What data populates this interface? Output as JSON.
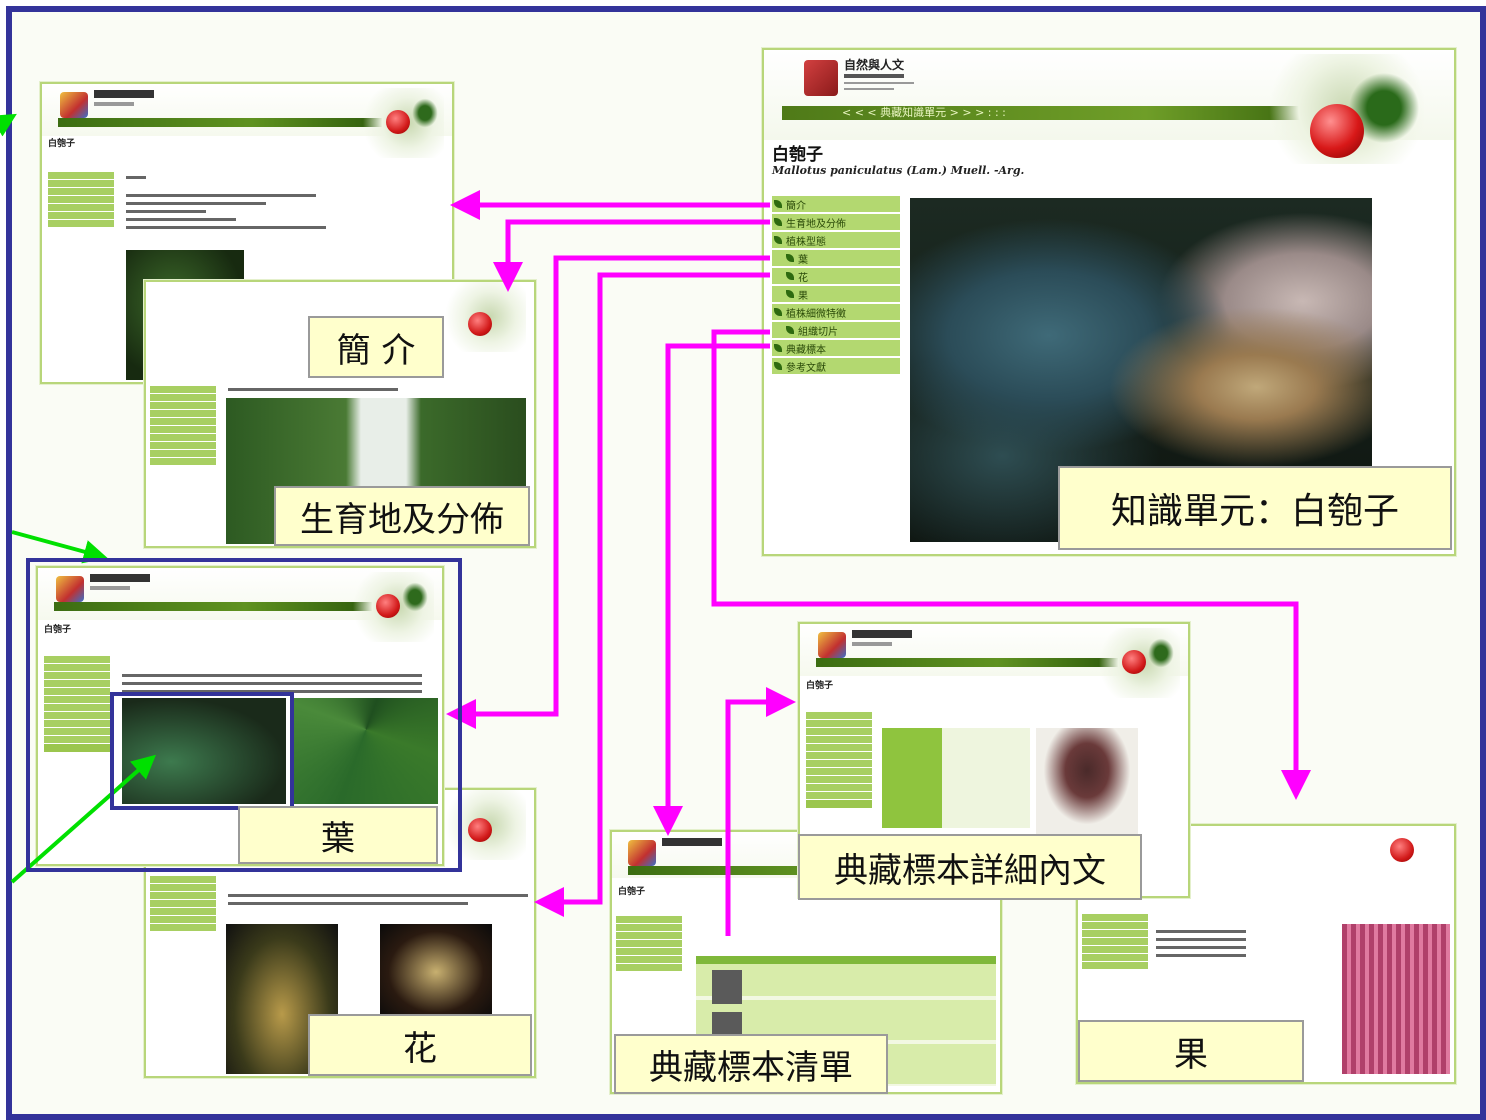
{
  "main_panel": {
    "logo_text": "自然與人文",
    "nav_text": "< < < 典藏知識單元 > > >   : : :",
    "title": "白匏子",
    "scientific_name": "Mallotus paniculatus (Lam.) Muell. -Arg.",
    "menu": [
      "簡介",
      "生育地及分佈",
      "植株型態",
      "葉",
      "花",
      "果",
      "植株細微特徵",
      "組織切片",
      "典藏標本",
      "參考文獻"
    ],
    "caption": "知識單元：白匏子"
  },
  "labels": {
    "intro": "簡 介",
    "habitat": "生育地及分佈",
    "leaf": "葉",
    "flower": "花",
    "specimen_list": "典藏標本清單",
    "specimen_detail": "典藏標本詳細內文",
    "fruit": "果"
  },
  "colors": {
    "frame": "#33339a",
    "link_arrow": "#ff00ff",
    "pointer_arrow": "#00e000",
    "caption_bg": "#ffffcc",
    "menu_green": "#9bc64e"
  }
}
